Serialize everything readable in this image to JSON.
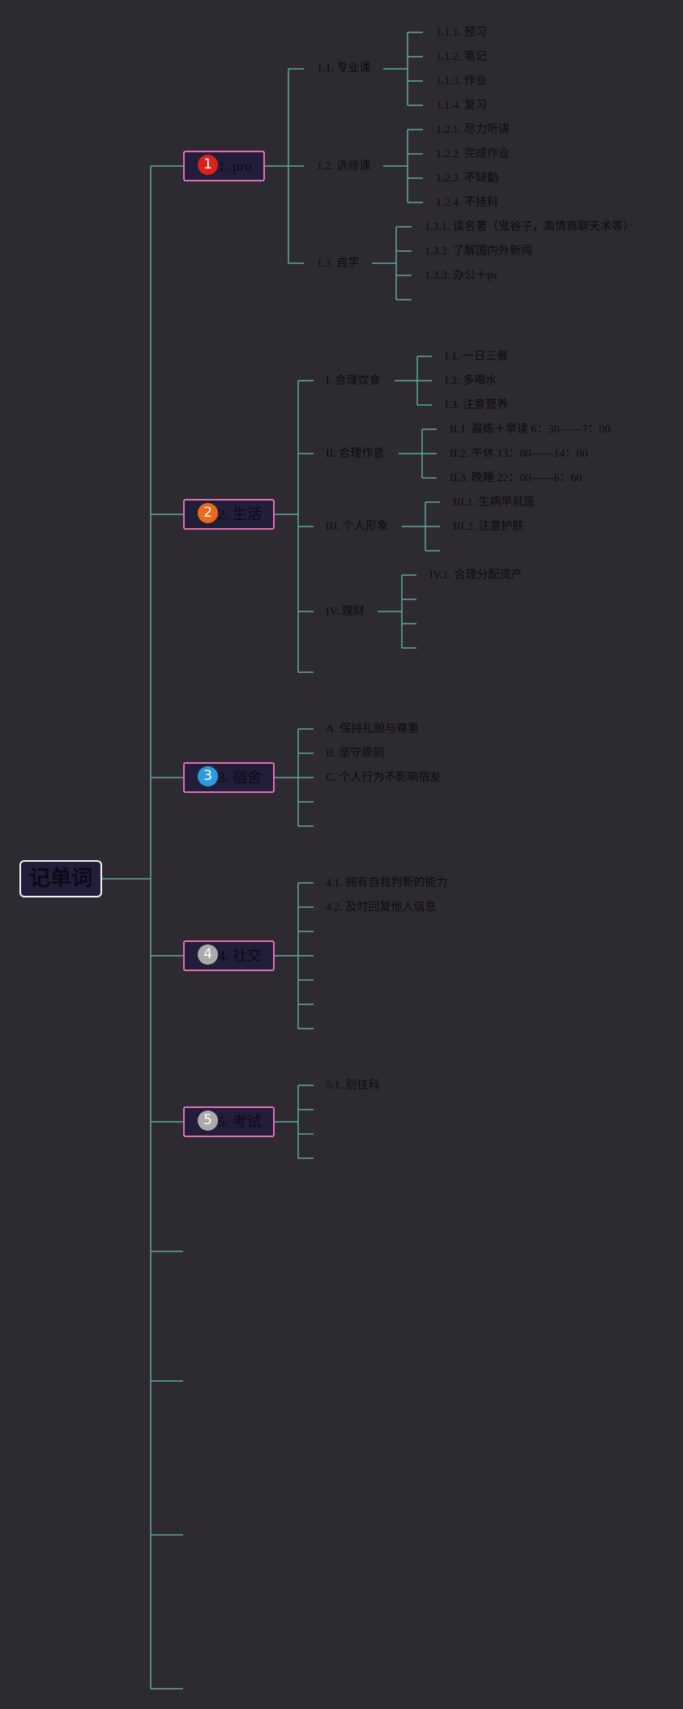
{
  "root": {
    "label": "记单词"
  },
  "branches": [
    {
      "num": "1",
      "label": "1. pro",
      "badge_color": "#d8231c"
    },
    {
      "num": "2",
      "label": "2. 生活",
      "badge_color": "#ea6a1c"
    },
    {
      "num": "3",
      "label": "3. 宿舍",
      "badge_color": "#2e9be0"
    },
    {
      "num": "4",
      "label": "4. 社交",
      "badge_color": "#aaaaaa"
    },
    {
      "num": "5",
      "label": "5. 考试",
      "badge_color": "#aaaaaa"
    }
  ],
  "pro": {
    "subs": [
      "1.1. 专业课",
      "1.2. 选修课",
      "1.3. 自学"
    ],
    "s1": [
      "1.1.1. 预习",
      "1.1.2. 笔记",
      "1.1.3. 作业",
      "1.1.4. 复习"
    ],
    "s2": [
      "1.2.1. 尽力听讲",
      "1.2.2. 完成作业",
      "1.2.3. 不缺勤",
      "1.2.4. 不挂科"
    ],
    "s3": [
      "1.3.1. 读名著（鬼谷子，高情商聊天术等）",
      "1.3.2. 了解国内外新闻",
      "1.3.3. 办公＋ps"
    ]
  },
  "life": {
    "subs": [
      "I. 合理饮食",
      "II. 合理作息",
      "III. 个人形象",
      "IV. 理财"
    ],
    "s1": [
      "I.1. 一日三餐",
      "I.2. 多喝水",
      "I.3. 注意营养"
    ],
    "s2": [
      "II.1. 晨练＋早读 6：30——7：00",
      "II.2. 午休 13：00——14：00",
      "II.3. 晚睡 22：00——6：60"
    ],
    "s3": [
      "III.1. 生病早就医",
      "III.2. 注意护肤"
    ],
    "s4": [
      "IV.1. 合理分配资产"
    ]
  },
  "dorm": {
    "items": [
      "A. 保持礼貌与尊重",
      "B. 坚守原则",
      "C. 个人行为不影响宿友"
    ]
  },
  "social": {
    "items": [
      "4.1. 拥有自我判断的能力",
      "4.2. 及时回复他人信息"
    ]
  },
  "exam": {
    "items": [
      "5.1. 别挂科"
    ]
  },
  "colors": {
    "line": "#5fa89a",
    "node_border": "#e070b4",
    "node_fill": "#221d38",
    "background": "#2e2a31"
  }
}
